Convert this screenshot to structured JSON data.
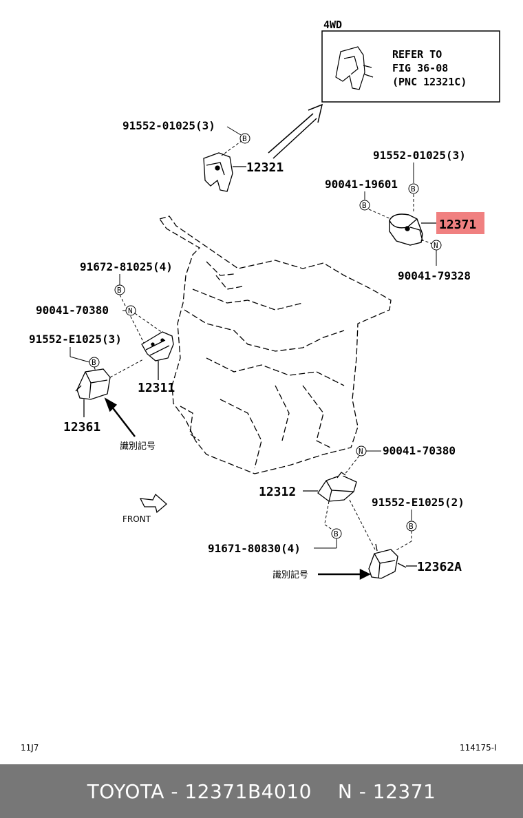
{
  "refbox": {
    "tag": "4WD",
    "line1": "REFER TO",
    "line2": "FIG 36-08",
    "line3": "(PNC 12321C)"
  },
  "parts": {
    "p12321": "12321",
    "p12371": "12371",
    "p12311": "12311",
    "p12361": "12361",
    "p12312": "12312",
    "p12362A": "12362A"
  },
  "fasteners": {
    "f1": "91552-01025(3)",
    "f2": "91552-01025(3)",
    "f3": "90041-19601",
    "f4": "90041-79328",
    "f5": "91672-81025(4)",
    "f6": "90041-70380",
    "f7": "91552-E1025(3)",
    "f8": "90041-70380",
    "f9": "91552-E1025(2)",
    "f10": "91671-80830(4)"
  },
  "notes": {
    "id_mark_1": "識別記号",
    "id_mark_2": "識別記号",
    "front": "FRONT",
    "bottom_left": "11J7",
    "bottom_right": "114175-I"
  },
  "badges": {
    "bolt": "B",
    "nut": "N"
  },
  "footer": {
    "left": "TOYOTA - 12371B4010",
    "right": "N - 12371"
  },
  "colors": {
    "highlight": "#f08080",
    "footer_bg": "#777777"
  }
}
